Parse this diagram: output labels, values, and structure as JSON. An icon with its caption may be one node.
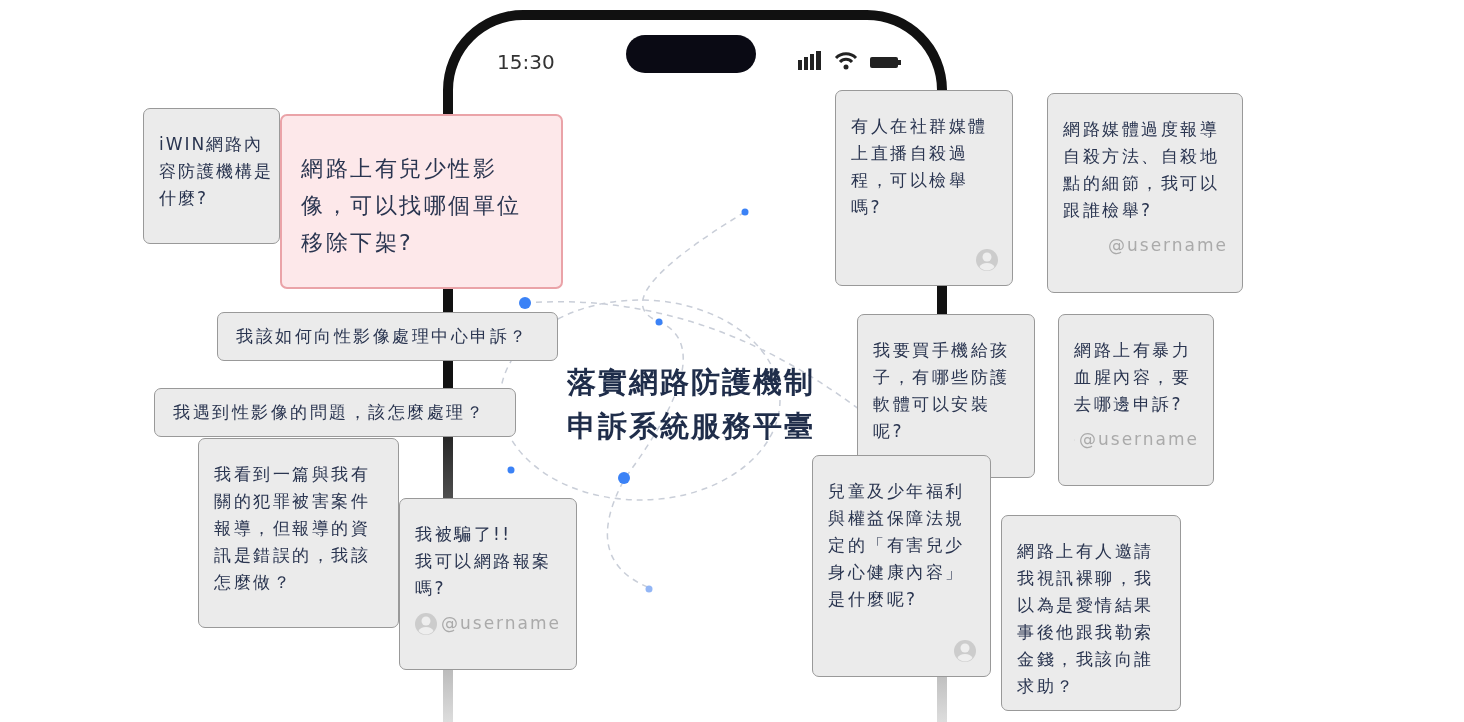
{
  "diagram": {
    "title": "落實網路防護機制申訴系統服務平臺",
    "nodes": [
      {
        "text": [
          "iWIN網路內容防護機構是什麼?"
        ]
      },
      {
        "text": [
          "網路上有兒少性影像，可以找哪個單位移除下架?"
        ]
      },
      {
        "text": [
          "我該如何向性影像處理中心申訴？"
        ]
      },
      {
        "text": [
          "我遇到性影像的問題，該怎麼處理？"
        ]
      },
      {
        "text": [
          "我看到一篇與我有關的犯罪被害案件報導，但報導的資訊是錯誤的，我該怎麼做？"
        ]
      },
      {
        "text": [
          "我被騙了!!",
          "我可以網路報案嗎?",
          "@username"
        ]
      },
      {
        "text": [
          "有人在社群媒體上直播自殺過程，可以檢舉嗎?"
        ]
      },
      {
        "text": [
          "網路媒體過度報導自殺方法、自殺地點的細節，我可以跟誰檢舉?",
          "@username"
        ]
      },
      {
        "text": [
          "我要買手機給孩子，有哪些防護軟體可以安裝呢?"
        ]
      },
      {
        "text": [
          "網路上有暴力血腥內容，要去哪邊申訴?",
          "@username"
        ]
      },
      {
        "text": [
          "兒童及少年福利與權益保障法規定的「有害兒少身心健康內容」是什麼呢?"
        ]
      },
      {
        "text": [
          "網路上有人邀請我視訊裸聊，我以為是愛情結果事後他跟我勒索金錢，我該向誰求助？"
        ]
      }
    ],
    "labels": [
      "15:30"
    ]
  }
}
